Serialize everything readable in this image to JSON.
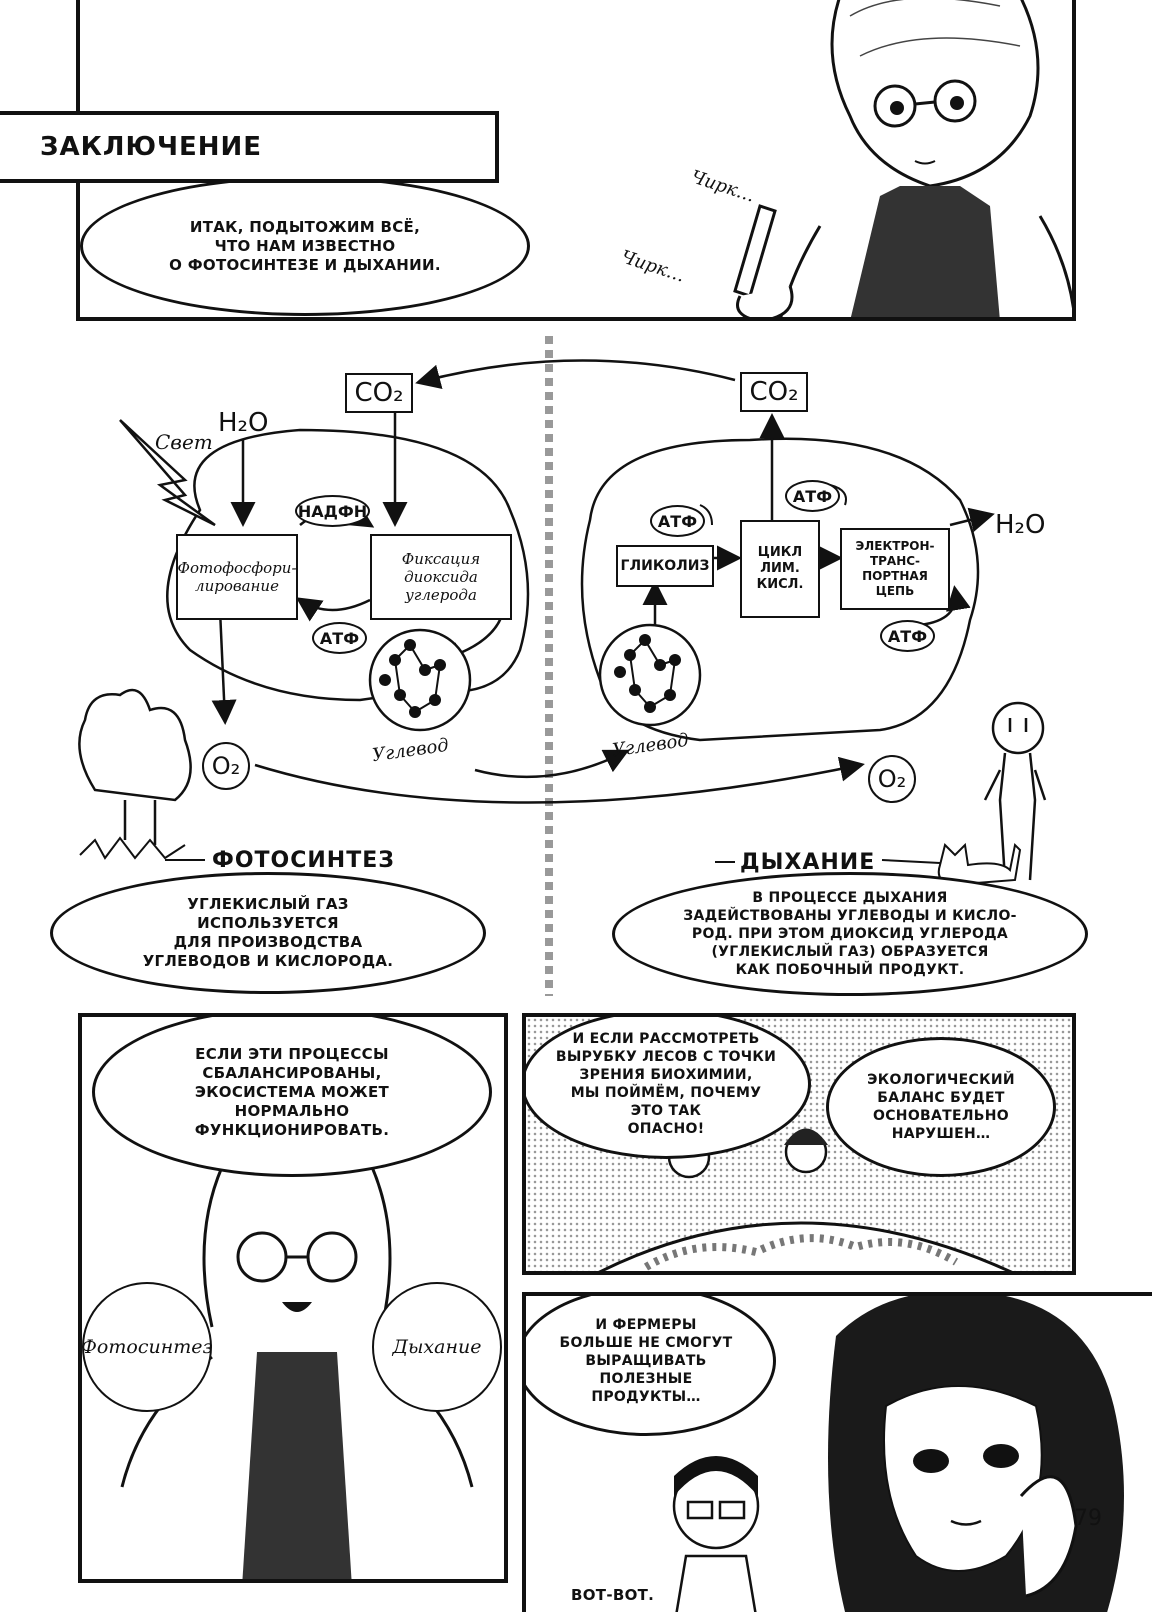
{
  "header": {
    "section_title": "ЗАКЛЮЧЕНИЕ"
  },
  "panel1": {
    "speech": "ИТАК, ПОДЫТОЖИМ ВСЁ,\nЧТО НАМ ИЗВЕСТНО\nО ФОТОСИНТЕЗЕ И ДЫХАНИИ.",
    "sfx1": "Чирк…",
    "sfx2": "Чирк…"
  },
  "diagram": {
    "left": {
      "co2": "CO₂",
      "h2o": "H₂O",
      "light": "Свет",
      "nadph": "НАДФН",
      "atp": "АТФ",
      "box1": "Фотофосфори-\nлирование",
      "box2": "Фиксация\nдиоксида углерода",
      "carbohydrate": "Углевод",
      "o2": "O₂",
      "label": "ФОТОСИНТЕЗ",
      "caption": "УГЛЕКИСЛЫЙ ГАЗ\nИСПОЛЬЗУЕТСЯ\nДЛЯ ПРОИЗВОДСТВА\nУГЛЕВОДОВ И КИСЛОРОДА."
    },
    "right": {
      "co2": "CO₂",
      "h2o": "H₂O",
      "atp1": "АТФ",
      "atp2": "АТФ",
      "atp3": "АТФ",
      "box1": "ГЛИКОЛИЗ",
      "box2": "ЦИКЛ\nЛИМ.\nКИСЛ.",
      "box3": "ЭЛЕКТРОН-\nТРАНС-\nПОРТНАЯ\nЦЕПЬ",
      "carbohydrate": "Углевод",
      "o2": "O₂",
      "label": "ДЫХАНИЕ",
      "caption": "В ПРОЦЕССЕ ДЫХАНИЯ\nЗАДЕЙСТВОВАНЫ УГЛЕВОДЫ И КИСЛО-\nРОД. ПРИ ЭТОМ ДИОКСИД УГЛЕРОДА\n(УГЛЕКИСЛЫЙ ГАЗ) ОБРАЗУЕТСЯ\nКАК ПОБОЧНЫЙ ПРОДУКТ."
    }
  },
  "panel3": {
    "speech": "ЕСЛИ ЭТИ ПРОЦЕССЫ\nСБАЛАНСИРОВАНЫ,\nЭКОСИСТЕМА МОЖЕТ\nНОРМАЛЬНО\nФУНКЦИОНИРОВАТЬ.",
    "ball_left": "Фотосинтез",
    "ball_right": "Дыхание"
  },
  "panel4": {
    "speech1": "И ЕСЛИ РАССМОТРЕТЬ\nВЫРУБКУ ЛЕСОВ С ТОЧКИ\nЗРЕНИЯ БИОХИМИИ,\nМЫ ПОЙМЁМ, ПОЧЕМУ\nЭТО ТАК\nОПАСНО!",
    "speech2": "ЭКОЛОГИЧЕСКИЙ\nБАЛАНС БУДЕТ\nОСНОВАТЕЛЬНО\nНАРУШЕН…"
  },
  "panel5": {
    "speech1": "И ФЕРМЕРЫ\nБОЛЬШЕ НЕ СМОГУТ\nВЫРАЩИВАТЬ\nПОЛЕЗНЫЕ\nПРОДУКТЫ…",
    "speech2": "ВОТ-ВОТ."
  },
  "page_number": "79"
}
